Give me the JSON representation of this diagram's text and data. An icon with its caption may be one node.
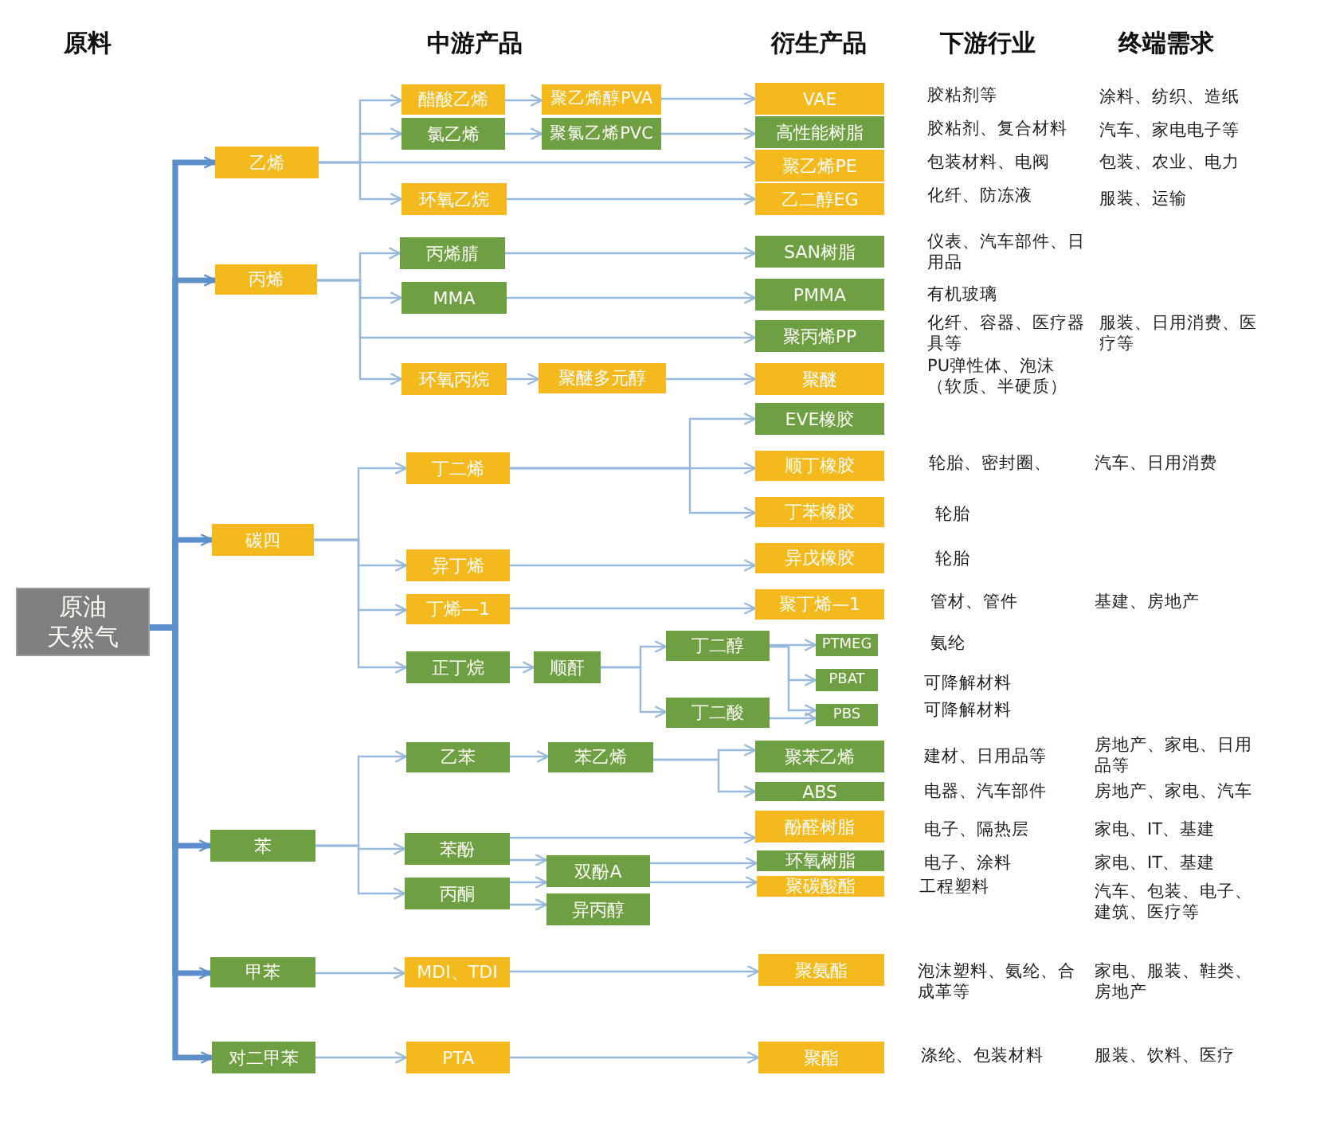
{
  "diagram": {
    "nodes": [
      {
        "text": [
          "原油",
          "天然气"
        ]
      },
      {
        "text": [
          "乙烯"
        ]
      },
      {
        "text": [
          "丙烯"
        ]
      },
      {
        "text": [
          "碳四"
        ]
      },
      {
        "text": [
          "苯"
        ]
      },
      {
        "text": [
          "甲苯"
        ]
      },
      {
        "text": [
          "对二甲苯"
        ]
      },
      {
        "text": [
          "醋酸乙烯"
        ]
      },
      {
        "text": [
          "氯乙烯"
        ]
      },
      {
        "text": [
          "环氧乙烷"
        ]
      },
      {
        "text": [
          "丙烯腈"
        ]
      },
      {
        "text": [
          "MMA"
        ]
      },
      {
        "text": [
          "环氧丙烷"
        ]
      },
      {
        "text": [
          "丁二烯"
        ]
      },
      {
        "text": [
          "异丁烯"
        ]
      },
      {
        "text": [
          "丁烯—1"
        ]
      },
      {
        "text": [
          "正丁烷"
        ]
      },
      {
        "text": [
          "乙苯"
        ]
      },
      {
        "text": [
          "苯酚"
        ]
      },
      {
        "text": [
          "丙酮"
        ]
      },
      {
        "text": [
          "MDI、TDI"
        ]
      },
      {
        "text": [
          "PTA"
        ]
      },
      {
        "text": [
          "聚乙烯醇PVA"
        ]
      },
      {
        "text": [
          "聚氯乙烯PVC"
        ]
      },
      {
        "text": [
          "聚醚多元醇"
        ]
      },
      {
        "text": [
          "顺酐"
        ]
      },
      {
        "text": [
          "苯乙烯"
        ]
      },
      {
        "text": [
          "双酚A"
        ]
      },
      {
        "text": [
          "异丙醇"
        ]
      },
      {
        "text": [
          "丁二醇"
        ]
      },
      {
        "text": [
          "丁二酸"
        ]
      },
      {
        "text": [
          "VAE"
        ]
      },
      {
        "text": [
          "高性能树脂"
        ]
      },
      {
        "text": [
          "聚乙烯PE"
        ]
      },
      {
        "text": [
          "乙二醇EG"
        ]
      },
      {
        "text": [
          "SAN树脂"
        ]
      },
      {
        "text": [
          "PMMA"
        ]
      },
      {
        "text": [
          "聚丙烯PP"
        ]
      },
      {
        "text": [
          "聚醚"
        ]
      },
      {
        "text": [
          "EVE橡胶"
        ]
      },
      {
        "text": [
          "顺丁橡胶"
        ]
      },
      {
        "text": [
          "丁苯橡胶"
        ]
      },
      {
        "text": [
          "异戊橡胶"
        ]
      },
      {
        "text": [
          "聚丁烯—1"
        ]
      },
      {
        "text": [
          "PTMEG"
        ]
      },
      {
        "text": [
          "PBAT"
        ]
      },
      {
        "text": [
          "PBS"
        ]
      },
      {
        "text": [
          "聚苯乙烯"
        ]
      },
      {
        "text": [
          "ABS"
        ]
      },
      {
        "text": [
          "酚醛树脂"
        ]
      },
      {
        "text": [
          "环氧树脂"
        ]
      },
      {
        "text": [
          "聚碳酸酯"
        ]
      },
      {
        "text": [
          "聚氨酯"
        ]
      },
      {
        "text": [
          "聚酯"
        ]
      }
    ],
    "edges": [
      {
        "from": 0,
        "to": 1,
        "arrow": "to",
        "style": "thick"
      },
      {
        "from": 0,
        "to": 2,
        "arrow": "to",
        "style": "thick"
      },
      {
        "from": 0,
        "to": 3,
        "arrow": "to",
        "style": "thick"
      },
      {
        "from": 0,
        "to": 4,
        "arrow": "to",
        "style": "thick"
      },
      {
        "from": 0,
        "to": 5,
        "arrow": "to",
        "style": "thick"
      },
      {
        "from": 0,
        "to": 6,
        "arrow": "to",
        "style": "thick"
      },
      {
        "from": 1,
        "to": 7,
        "arrow": "to"
      },
      {
        "from": 1,
        "to": 8,
        "arrow": "to"
      },
      {
        "from": 1,
        "to": 33,
        "arrow": "to"
      },
      {
        "from": 1,
        "to": 9,
        "arrow": "to"
      },
      {
        "from": 7,
        "to": 22,
        "arrow": "to"
      },
      {
        "from": 8,
        "to": 23,
        "arrow": "to"
      },
      {
        "from": 22,
        "to": 31,
        "arrow": "to"
      },
      {
        "from": 23,
        "to": 32,
        "arrow": "to"
      },
      {
        "from": 9,
        "to": 34,
        "arrow": "to"
      },
      {
        "from": 2,
        "to": 10,
        "arrow": "to"
      },
      {
        "from": 2,
        "to": 11,
        "arrow": "to"
      },
      {
        "from": 2,
        "to": 37,
        "arrow": "to"
      },
      {
        "from": 2,
        "to": 12,
        "arrow": "to"
      },
      {
        "from": 10,
        "to": 35,
        "arrow": "to"
      },
      {
        "from": 11,
        "to": 36,
        "arrow": "to"
      },
      {
        "from": 12,
        "to": 24,
        "arrow": "to"
      },
      {
        "from": 24,
        "to": 38,
        "arrow": "to"
      },
      {
        "from": 3,
        "to": 13,
        "arrow": "to"
      },
      {
        "from": 3,
        "to": 14,
        "arrow": "to"
      },
      {
        "from": 3,
        "to": 15,
        "arrow": "to"
      },
      {
        "from": 3,
        "to": 16,
        "arrow": "to"
      },
      {
        "from": 13,
        "to": 39,
        "arrow": "to"
      },
      {
        "from": 13,
        "to": 40,
        "arrow": "to"
      },
      {
        "from": 13,
        "to": 41,
        "arrow": "to"
      },
      {
        "from": 14,
        "to": 42,
        "arrow": "to"
      },
      {
        "from": 15,
        "to": 43,
        "arrow": "to"
      },
      {
        "from": 16,
        "to": 25,
        "arrow": "to"
      },
      {
        "from": 25,
        "to": 29,
        "arrow": "to"
      },
      {
        "from": 25,
        "to": 30,
        "arrow": "to"
      },
      {
        "from": 29,
        "to": 44,
        "arrow": "to"
      },
      {
        "from": 29,
        "to": 45,
        "arrow": "to"
      },
      {
        "from": 29,
        "to": 46,
        "arrow": "to"
      },
      {
        "from": 30,
        "to": 46,
        "arrow": "to"
      },
      {
        "from": 4,
        "to": 17,
        "arrow": "to"
      },
      {
        "from": 4,
        "to": 18,
        "arrow": "to"
      },
      {
        "from": 4,
        "to": 19,
        "arrow": "to"
      },
      {
        "from": 17,
        "to": 26,
        "arrow": "to"
      },
      {
        "from": 26,
        "to": 47,
        "arrow": "to"
      },
      {
        "from": 26,
        "to": 48,
        "arrow": "to"
      },
      {
        "from": 18,
        "to": 49,
        "arrow": "to"
      },
      {
        "from": 18,
        "to": 27,
        "arrow": "to"
      },
      {
        "from": 19,
        "to": 27,
        "arrow": "to"
      },
      {
        "from": 19,
        "to": 28,
        "arrow": "to"
      },
      {
        "from": 27,
        "to": 50,
        "arrow": "to"
      },
      {
        "from": 27,
        "to": 51,
        "arrow": "to"
      },
      {
        "from": 5,
        "to": 20,
        "arrow": "to"
      },
      {
        "from": 20,
        "to": 52,
        "arrow": "to"
      },
      {
        "from": 6,
        "to": 21,
        "arrow": "to"
      },
      {
        "from": 21,
        "to": 53,
        "arrow": "to"
      }
    ],
    "labels": [
      "原料",
      "中游产品",
      "衍生产品",
      "下游行业",
      "终端需求",
      "胶粘剂等",
      "涂料、纺织、造纸",
      "胶粘剂、复合材料",
      "汽车、家电电子等",
      "包装材料、电阀",
      "包装、农业、电力",
      "化纤、防冻液",
      "服装、运输",
      "仪表、汽车部件、日用品",
      "有机玻璃",
      "化纤、容器、医疗器具等",
      "服装、日用消费、医疗等",
      "PU弹性体、泡沫（软质、半硬质）",
      "轮胎、密封圈、",
      "汽车、日用消费",
      "轮胎",
      "轮胎",
      "管材、管件",
      "基建、房地产",
      "氨纶",
      "可降解材料",
      "可降解材料",
      "建材、日用品等",
      "房地产、家电、日用品等",
      "电器、汽车部件",
      "房地产、家电、汽车",
      "电子、隔热层",
      "家电、IT、基建",
      "电子、涂料",
      "家电、IT、基建",
      "工程塑料",
      "汽车、包装、电子、建筑、医疗等",
      "泡沫塑料、氨纶、合成革等",
      "家电、服装、鞋类、房地产",
      "涤纶、包装材料",
      "服装、饮料、医疗"
    ]
  }
}
